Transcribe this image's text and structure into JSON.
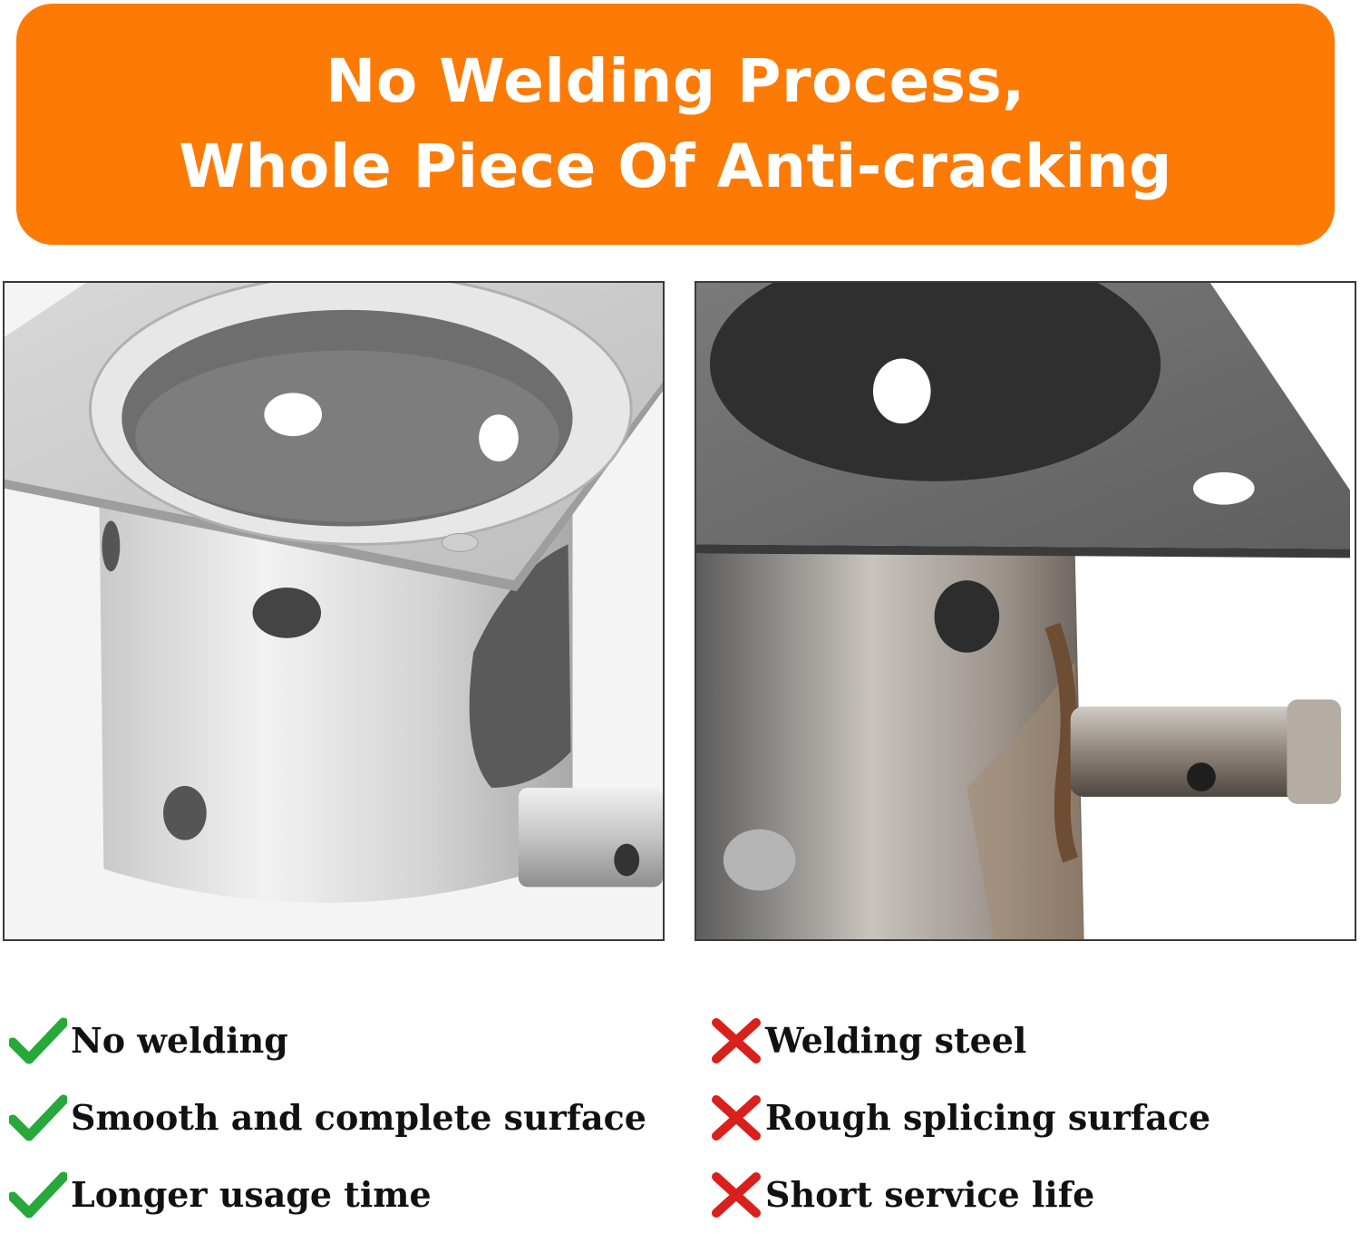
{
  "banner": {
    "line1": "No Welding Process,",
    "line2": "Whole Piece Of Anti-cracking",
    "color": "#fd7a05"
  },
  "images": {
    "left": {
      "subject": "seamless stainless fire pot",
      "icon": "fire-pot-seamless-photo"
    },
    "right": {
      "subject": "welded fire pot",
      "icon": "fire-pot-welded-photo"
    }
  },
  "pros": {
    "icon": "check-icon",
    "color": "#26a83a",
    "items": [
      {
        "label": "No welding"
      },
      {
        "label": "Smooth and complete surface"
      },
      {
        "label": "Longer usage time"
      }
    ]
  },
  "cons": {
    "icon": "cross-icon",
    "color": "#d9201c",
    "items": [
      {
        "label": "Welding steel"
      },
      {
        "label": "Rough splicing surface"
      },
      {
        "label": "Short service life"
      }
    ]
  }
}
